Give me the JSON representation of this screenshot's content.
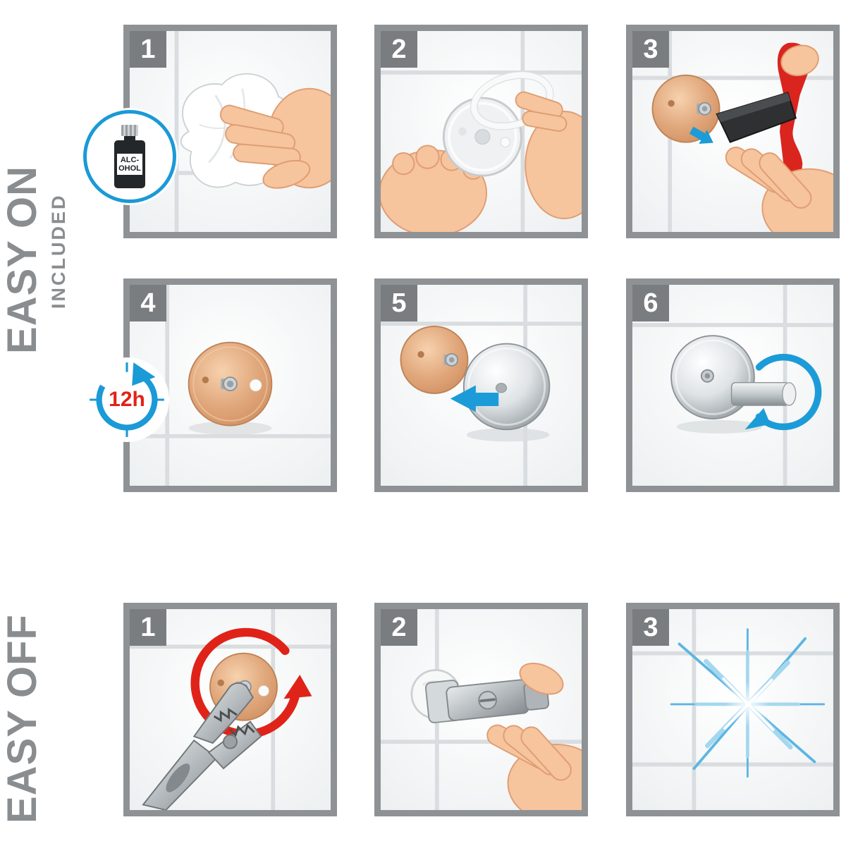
{
  "easy_on": {
    "title": "EASY ON",
    "included_label": "INCLUDED",
    "steps": [
      {
        "number": "1",
        "name": "clean-surface-with-alcohol"
      },
      {
        "number": "2",
        "name": "peel-adhesive-liner"
      },
      {
        "number": "3",
        "name": "press-adhesive-with-applicator"
      },
      {
        "number": "4",
        "name": "wait-12-hours"
      },
      {
        "number": "5",
        "name": "attach-chrome-plate"
      },
      {
        "number": "6",
        "name": "screw-on-hook"
      }
    ]
  },
  "easy_off": {
    "title": "EASY OFF",
    "steps": [
      {
        "number": "1",
        "name": "twist-off-with-wrench"
      },
      {
        "number": "2",
        "name": "scrape-residue"
      },
      {
        "number": "3",
        "name": "clean-tile-result"
      }
    ]
  },
  "badges": {
    "alcohol": {
      "label": "ALC-\nOHOL"
    },
    "wait_time": {
      "label": "12h"
    }
  },
  "colors": {
    "accent_blue": "#1b9cd8",
    "accent_red": "#e02319",
    "copper": "#dc9e71",
    "chrome": "#c3c9cc",
    "frame_gray": "#8f9294",
    "number_badge_gray": "#7a7d7f",
    "title_gray": "#8a8d8f",
    "skin": "#f6c49d"
  }
}
